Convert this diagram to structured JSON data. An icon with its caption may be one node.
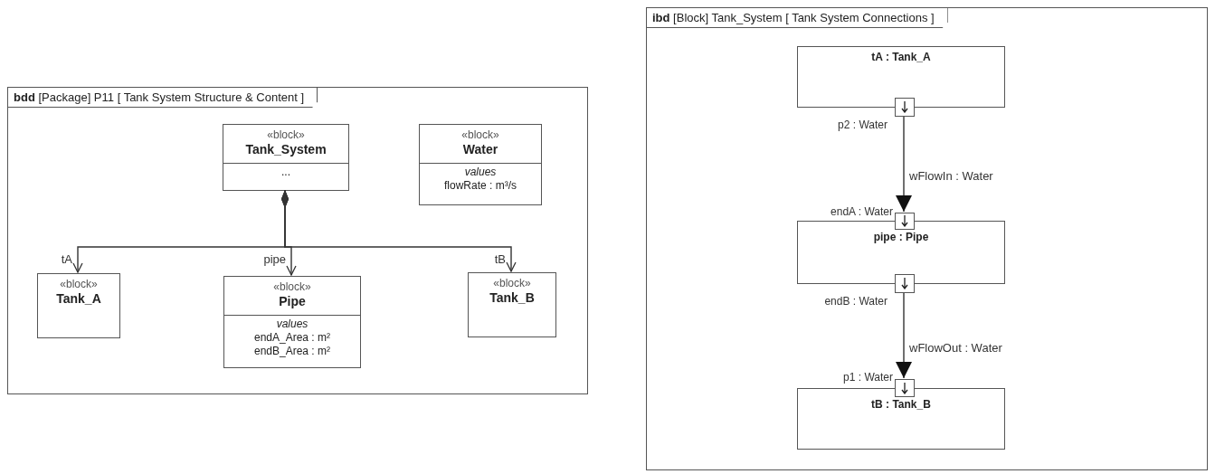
{
  "diagram": {
    "nodes": [
      {
        "text": [
          "**bdd** [Package] P11 [ Tank System Structure & Content ]"
        ]
      },
      {
        "text": [
          "«block»",
          "Tank_System",
          "..."
        ],
        "in": 0
      },
      {
        "text": [
          "«block»",
          "Water",
          "values",
          "flowRate : m³/s"
        ],
        "in": 0
      },
      {
        "text": [
          "«block»",
          "Tank_A"
        ],
        "in": 0
      },
      {
        "text": [
          "«block»",
          "Pipe",
          "values",
          "endA_Area : m²",
          "endB_Area : m²"
        ],
        "in": 0
      },
      {
        "text": [
          "«block»",
          "Tank_B"
        ],
        "in": 0
      },
      {
        "text": [
          "**ibd** [Block] Tank_System [ Tank System Connections ]"
        ]
      },
      {
        "text": [
          "tA : Tank_A"
        ],
        "in": 6
      },
      {
        "text": [],
        "shape": "box",
        "beside": [
          "p2 : Water"
        ],
        "in": 6
      },
      {
        "text": [],
        "shape": "box",
        "beside": [
          "endA : Water"
        ],
        "in": 6
      },
      {
        "text": [
          "pipe : Pipe"
        ],
        "in": 6
      },
      {
        "text": [],
        "shape": "box",
        "beside": [
          "endB : Water"
        ],
        "in": 6
      },
      {
        "text": [],
        "shape": "box",
        "beside": [
          "p1 : Water"
        ],
        "in": 6
      },
      {
        "text": [
          "tB : Tank_B"
        ],
        "in": 6
      }
    ],
    "edges": [
      {
        "from": 1,
        "to": 3,
        "arrow": "to",
        "label": "tA"
      },
      {
        "from": 1,
        "to": 4,
        "arrow": "to",
        "label": "pipe"
      },
      {
        "from": 1,
        "to": 5,
        "arrow": "to",
        "label": "tB"
      },
      {
        "from": 8,
        "to": 9,
        "arrow": "to",
        "label": "wFlowIn : Water"
      },
      {
        "from": 11,
        "to": 12,
        "arrow": "to",
        "label": "wFlowOut : Water"
      }
    ]
  }
}
